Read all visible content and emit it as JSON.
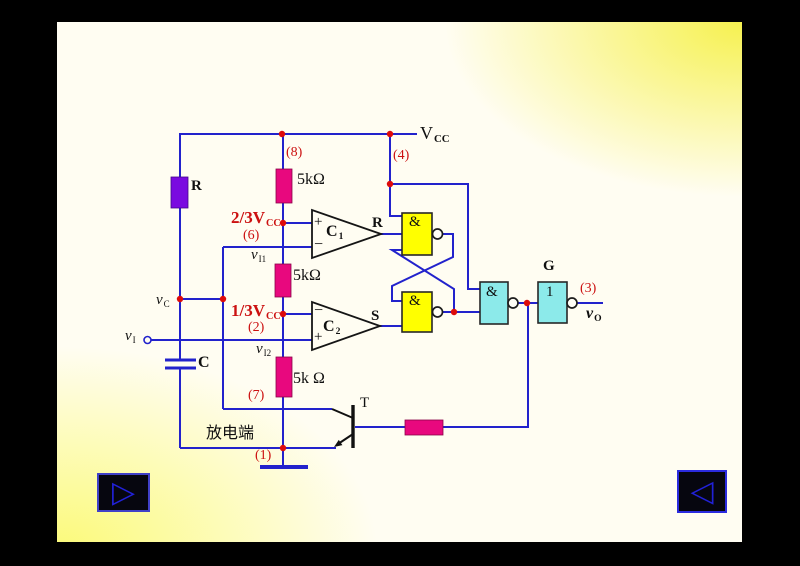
{
  "slide": {
    "colors": {
      "wire": "#2222cc",
      "dot": "#dd0b0b",
      "resistor": "#e8087e",
      "resistor_r": "#7a0ae0",
      "gate_yellow": "#ffff00",
      "gate_cyan": "#8ceaea",
      "red_text": "#cc1111",
      "text": "#101010",
      "bg_base": "#fffdf2",
      "bg_yellow_strong": "#f6f150",
      "bg_yellow_soft": "#fbfa78",
      "nav_fill": "#06060f",
      "nav_border": "#4040c8",
      "nav_border2": "#2b2bdf",
      "nav_glyph": "#2121d8"
    },
    "labels": {
      "vcc": {
        "main": "V",
        "sub": "CC"
      },
      "pin8": "(8)",
      "pin4": "(4)",
      "pin6": "(6)",
      "pin2": "(2)",
      "pin7": "(7)",
      "pin1": "(1)",
      "pin3": "(3)",
      "res1": "5kΩ",
      "res2": "5kΩ",
      "res3": "5k Ω",
      "upper_threshold": {
        "main": "2/3V",
        "sub": "CC"
      },
      "lower_threshold": {
        "main": "1/3V",
        "sub": "CC"
      },
      "v_i1": {
        "main": "v",
        "sub": "I1"
      },
      "v_i2": {
        "main": "v",
        "sub": "I2"
      },
      "v_c": {
        "main": "v",
        "sub": "C"
      },
      "v_i": {
        "main": "v",
        "sub": "I"
      },
      "v_o": {
        "main": "v",
        "sub": "O"
      },
      "comp1": {
        "main": "C",
        "sub": "1"
      },
      "comp2": {
        "main": "C",
        "sub": "2"
      },
      "plus": "+",
      "minus": "−",
      "resistor_r": "R",
      "capacitor": "C",
      "latch_r": "R",
      "latch_s": "S",
      "transistor": "T",
      "gate_g": "G",
      "buffer_one": "1",
      "nand": "&",
      "discharge": "放电端"
    },
    "nav": {
      "forward_icon": "▷",
      "back_icon": "◁"
    }
  }
}
